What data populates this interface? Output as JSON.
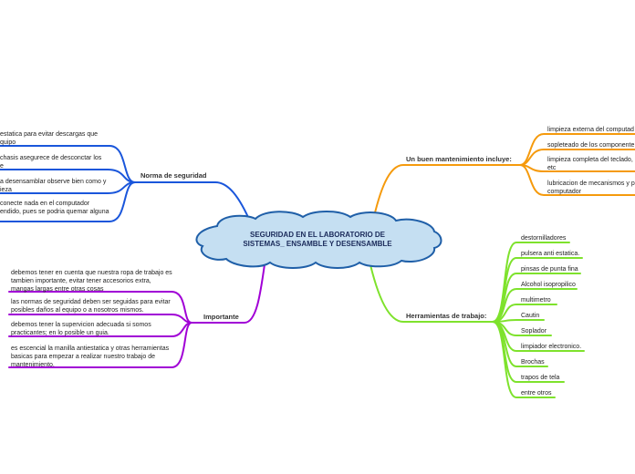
{
  "central": {
    "line1": "SEGURIDAD EN EL LABORATORIO DE",
    "line2": "SISTEMAS_ ENSAMBLE Y DESENSAMBLE"
  },
  "colors": {
    "central_fill": "#c5dff2",
    "central_stroke": "#1f5fa8",
    "norma": "#1a56db",
    "importante": "#a100d6",
    "mantenimiento": "#f59a0c",
    "herramientas": "#7ee22c"
  },
  "branches": {
    "norma": {
      "title": "Norma de seguridad",
      "items": [
        "estatica para evitar descargas que\nquipo",
        "chasis asegurece de desconctar los\ne",
        "a desensamblar observe bien como y\nieza",
        "conecte nada en el computador\nendido, pues se podria quemar alguna"
      ]
    },
    "importante": {
      "title": "Importante",
      "items": [
        "debemos tener en cuenta que nuestra ropa de trabajo es tambien importante, evitar tener accesorios extra, mangas largas entre otras cosas",
        "las normas de seguridad deben ser seguidas para evitar posibles daños al equipo o a nosotros mismos.",
        "debemos tener la supervicion adecuada si somos practicantes; en lo posible un guia.",
        "es escencial la manilla antiestatica y otras herramientas basicas para empezar a realizar nuestro trabajo de mantenimiento."
      ]
    },
    "mantenimiento": {
      "title": "Un buen mantenimiento incluye:",
      "items": [
        "limpieza externa del computad",
        "sopleteado de los componente",
        "limpieza completa del teclado,\netc",
        "lubricacion de mecanismos y p\ncomputador"
      ]
    },
    "herramientas": {
      "title": "Herramientas de trabajo:",
      "items": [
        "destornilladores",
        "pulsera anti estatica.",
        "pinsas de punta fina",
        "Alcohol isopropilico",
        "multimetro",
        "Cautin",
        "Soplador",
        "limpiador electronico.",
        "Brochas",
        "trapos de tela",
        "entre otros"
      ]
    }
  }
}
